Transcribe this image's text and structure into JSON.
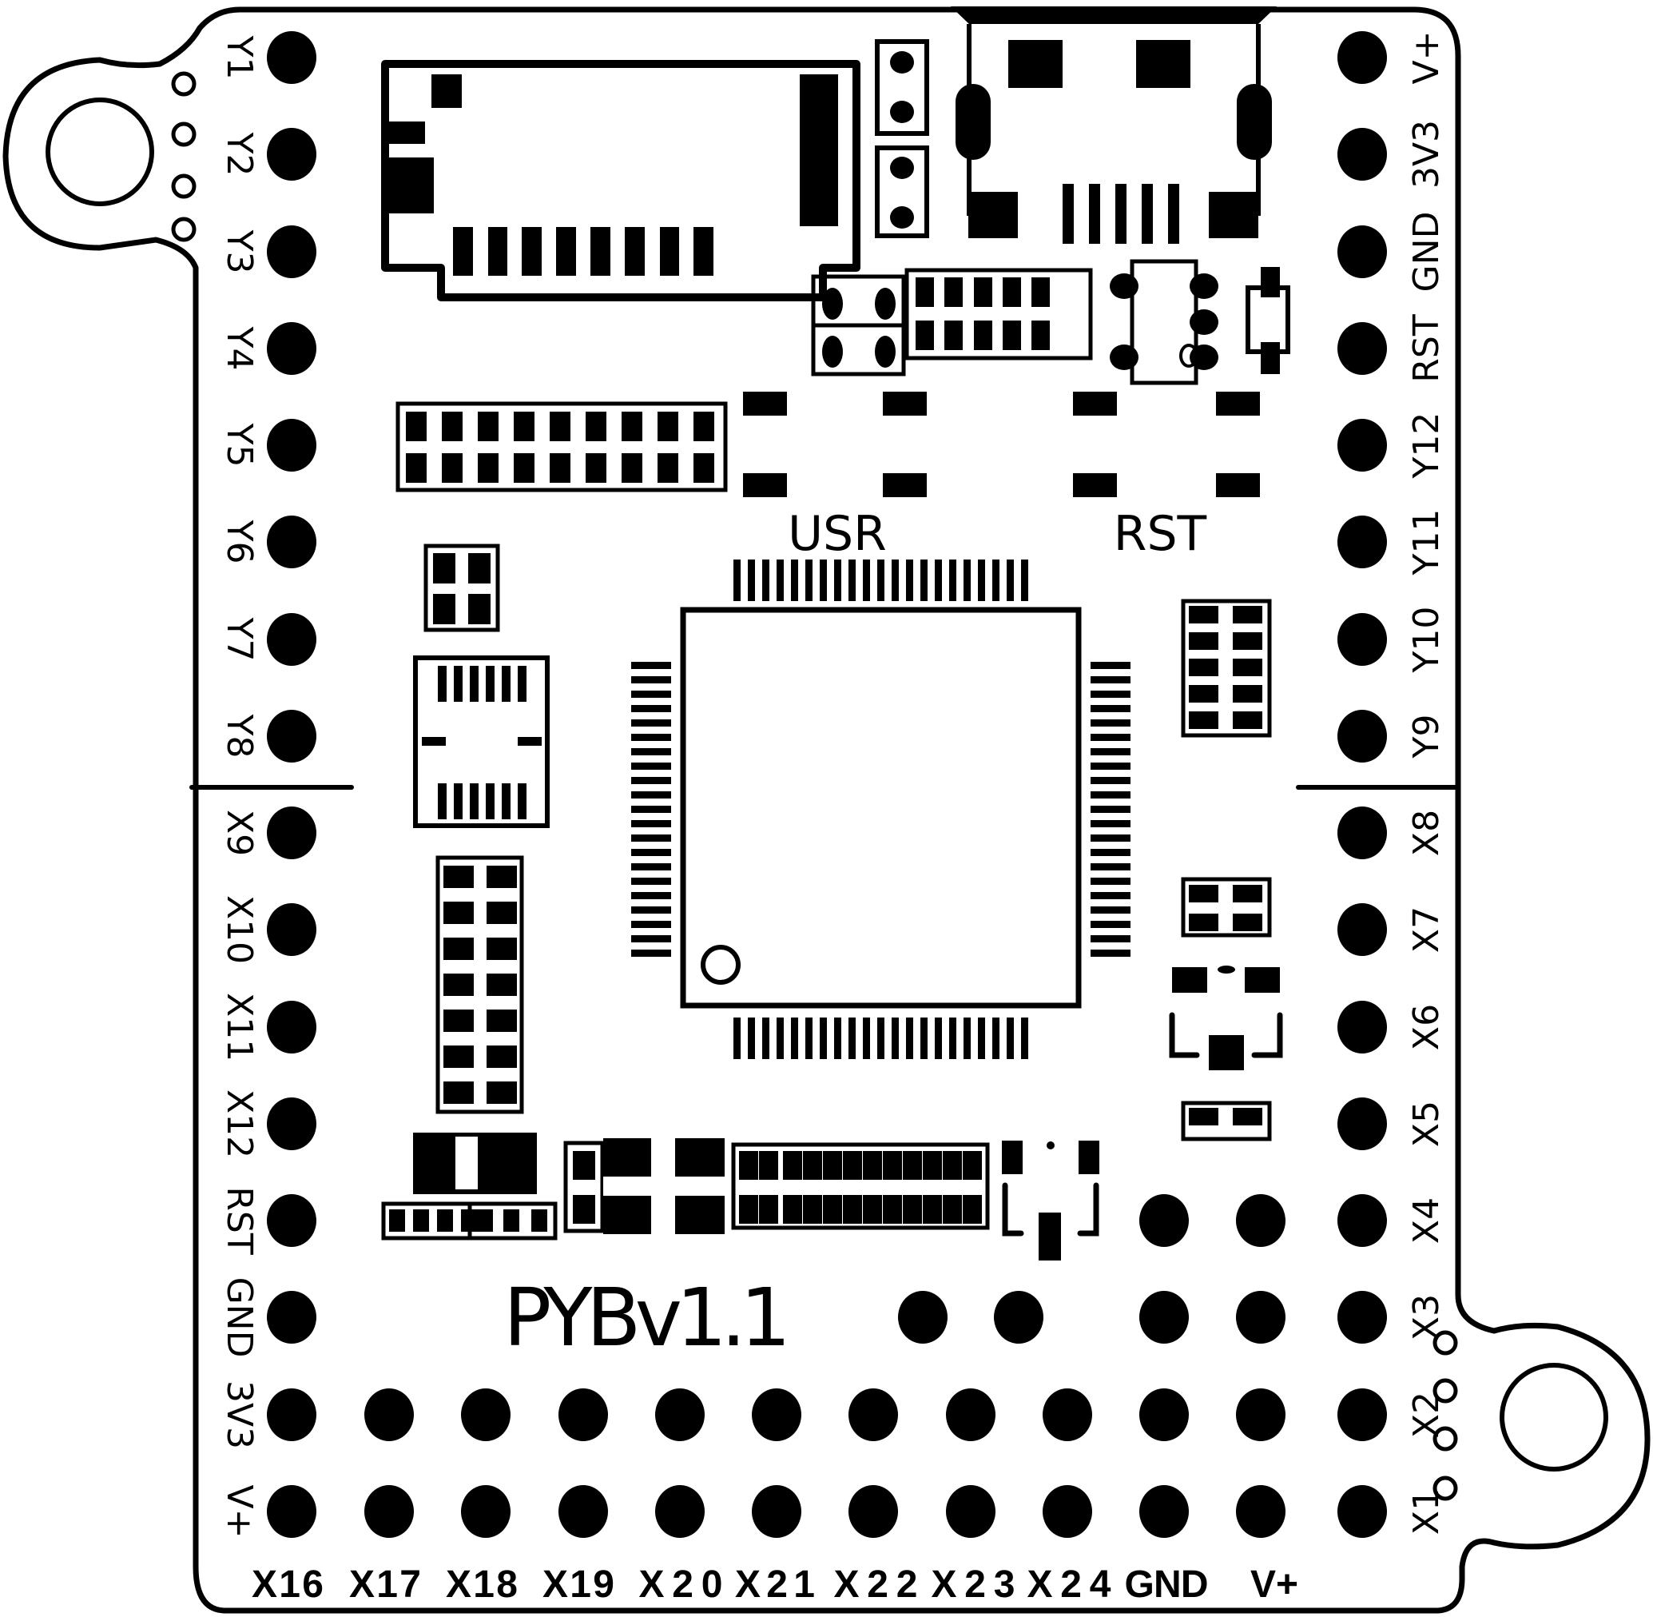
{
  "board": {
    "name": "PYBv1.1",
    "colors": {
      "ink": "#000000",
      "background": "#ffffff"
    }
  },
  "left_header": {
    "pins": [
      "Y1",
      "Y2",
      "Y3",
      "Y4",
      "Y5",
      "Y6",
      "Y7",
      "Y8",
      "X9",
      "X10",
      "X11",
      "X12",
      "RST",
      "GND",
      "3V3",
      "V+"
    ]
  },
  "right_header": {
    "pins": [
      "V+",
      "3V3",
      "GND",
      "RST",
      "Y12",
      "Y11",
      "Y10",
      "Y9",
      "X8",
      "X7",
      "X6",
      "X5",
      "X4",
      "X3",
      "X2",
      "X1"
    ]
  },
  "bottom_header": {
    "pins": [
      "X16",
      "X17",
      "X18",
      "X19",
      "X20",
      "X21",
      "X22",
      "X23",
      "X24",
      "GND",
      "V+"
    ]
  },
  "buttons": {
    "usr_label": "USR",
    "rst_label": "RST"
  }
}
